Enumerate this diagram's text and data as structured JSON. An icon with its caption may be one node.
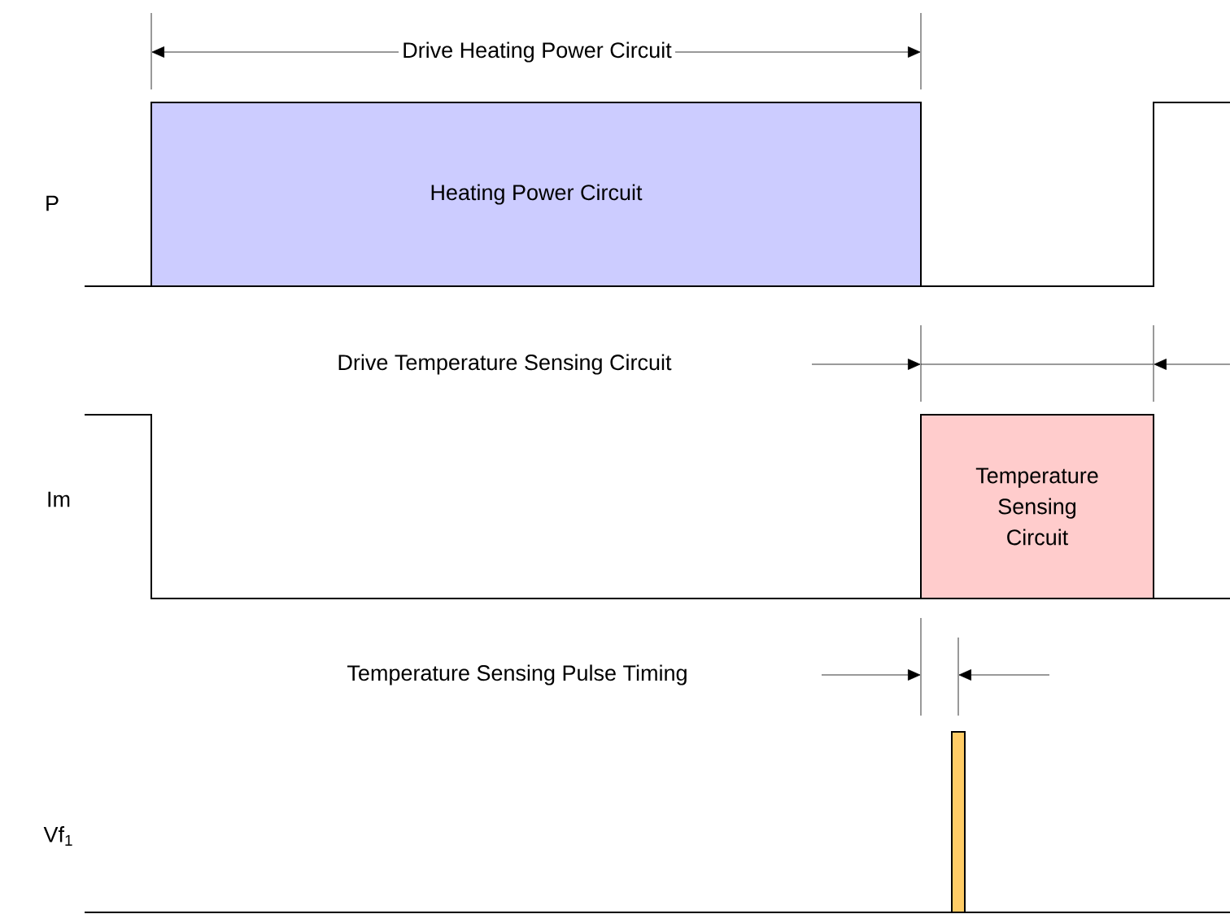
{
  "diagram": {
    "nodes": [
      {
        "text": [
          "Heating Power Circuit"
        ]
      },
      {
        "text": [
          "Temperature Sensing Circuit"
        ]
      },
      {
        "text": [],
        "shape": "bar"
      }
    ],
    "labels": [
      "Drive Heating Power Circuit",
      "P",
      "Drive Temperature Sensing Circuit",
      "Im",
      "Temperature Sensing Pulse Timing",
      "Vf$_{1}$"
    ]
  }
}
